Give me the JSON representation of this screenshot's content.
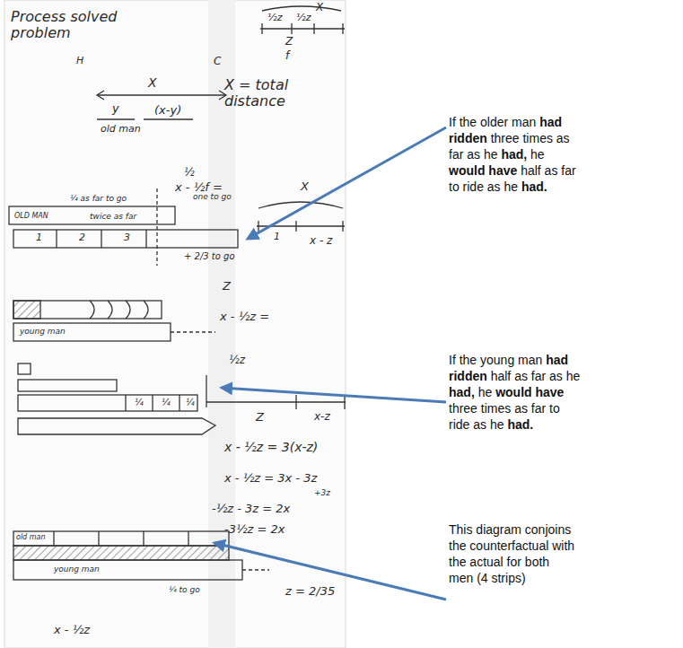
{
  "diagram": {
    "labels": [
      "Process solved problem",
      "H",
      "C",
      "X",
      "X",
      "½z",
      "½z",
      "Z",
      "f",
      "X = total distance",
      "y",
      "(x-y)",
      "old man",
      "½",
      "x - ½f =",
      "¼ as far to go",
      "OLD MAN",
      "twice as far",
      "one to go",
      "1",
      "2",
      "3",
      "+ 2/3 to go",
      "X",
      "1",
      "x - z",
      "Z",
      "x - ½z =",
      "young man",
      "½z",
      "¼",
      "¼",
      "¼",
      "Z",
      "x-z",
      "x - ½z = 3(x-z)",
      "x - ½z = 3x - 3z",
      "+3z",
      "-½z - 3z = 2x",
      "-3½z = 2x",
      "z = 2/35",
      "old man",
      "young man",
      "¼ to go",
      "x - ½z",
      "If the older man had ridden three times as far as he had, he would have half as far to ride as he had.",
      "If the young man had ridden half as far as he had, he would have three times as far to ride as he had.",
      "This diagram conjoins the counterfactual with the actual for both men (4 strips)"
    ]
  }
}
